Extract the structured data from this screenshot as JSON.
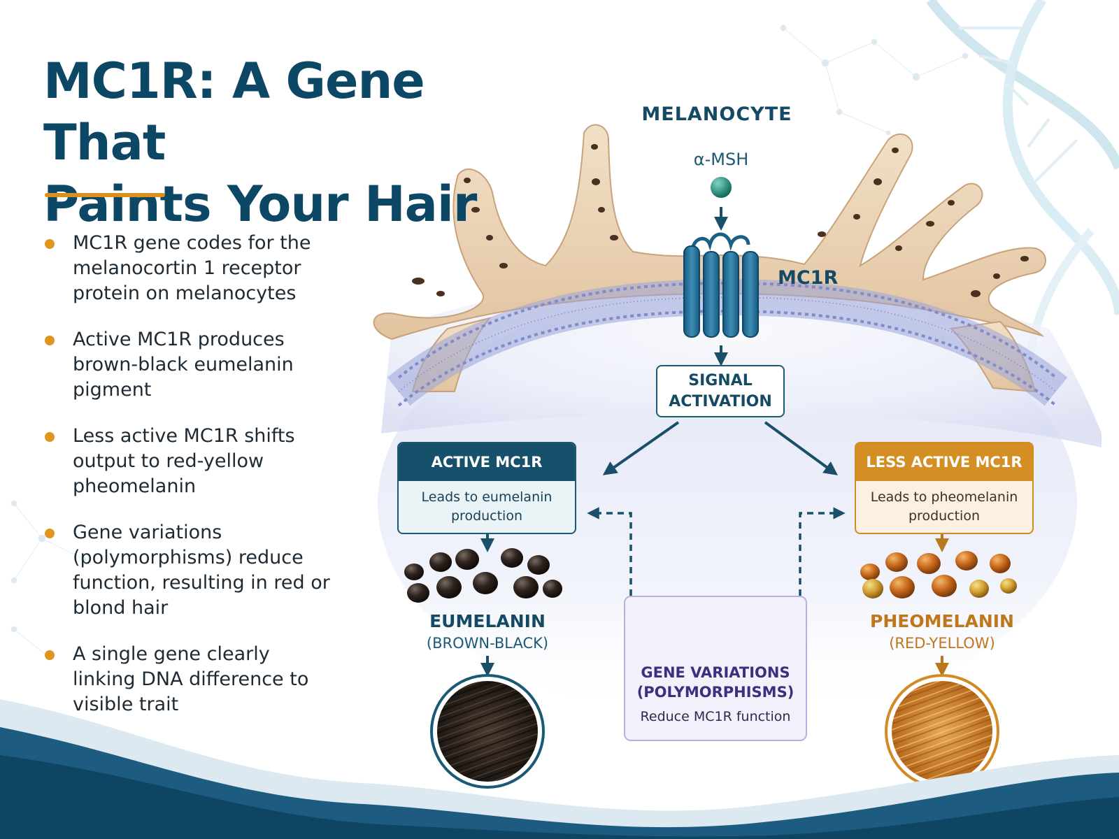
{
  "title_line1": "MC1R: A Gene That",
  "title_line2": "Paints Your Hair",
  "bullets": [
    "MC1R gene codes for the melanocortin 1 receptor protein on melanocytes",
    "Active MC1R produces brown-black eumelanin pigment",
    "Less active MC1R shifts output to red-yellow pheomelanin",
    "Gene variations (polymorphisms) reduce function, resulting in red or blond hair",
    "A single gene clearly linking DNA difference to visible trait"
  ],
  "diagram": {
    "cell_label": "MELANOCYTE",
    "ligand_label": "α-MSH",
    "receptor_label": "MC1R",
    "signal_line1": "SIGNAL",
    "signal_line2": "ACTIVATION",
    "active": {
      "title": "ACTIVE MC1R",
      "body_line1": "Leads to eumelanin",
      "body_line2": "production",
      "pigment": "EUMELANIN",
      "pigment_sub": "(BROWN-BLACK)"
    },
    "less_active": {
      "title": "LESS ACTIVE MC1R",
      "body_line1": "Leads to pheomelanin",
      "body_line2": "production",
      "pigment": "PHEOMELANIN",
      "pigment_sub": "(RED-YELLOW)"
    },
    "variations": {
      "title_line1": "GENE VARIATIONS",
      "title_line2": "(POLYMORPHISMS)",
      "body": "Reduce MC1R function"
    }
  },
  "colors": {
    "navy": "#0d4766",
    "teal": "#1a5a74",
    "gold": "#d9901e",
    "purple": "#3d2f80",
    "eumelanin": "#2b2420",
    "pheomelanin": "#c9711e"
  }
}
